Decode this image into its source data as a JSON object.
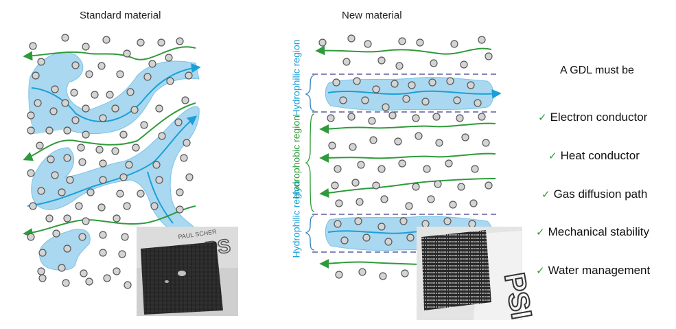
{
  "panels": {
    "standard_title": "Standard material",
    "new_title": "New material"
  },
  "region_labels": {
    "top": "Hydrophilic region",
    "middle": "Hydrophobic region",
    "bottom": "Hydrophilic region"
  },
  "requirements": {
    "heading": "A GDL must be",
    "items": [
      "Electron conductor",
      "Heat conductor",
      "Gas diffusion path",
      "Mechanical stability",
      "Water management"
    ]
  },
  "colors": {
    "water": "#a9d8f0",
    "water_line": "#1aa0d8",
    "gas_arrow": "#2e9b3a",
    "particle": "#d4d4d4",
    "boundary": "#3a3a8a"
  },
  "icons": {
    "check": "check-icon"
  }
}
